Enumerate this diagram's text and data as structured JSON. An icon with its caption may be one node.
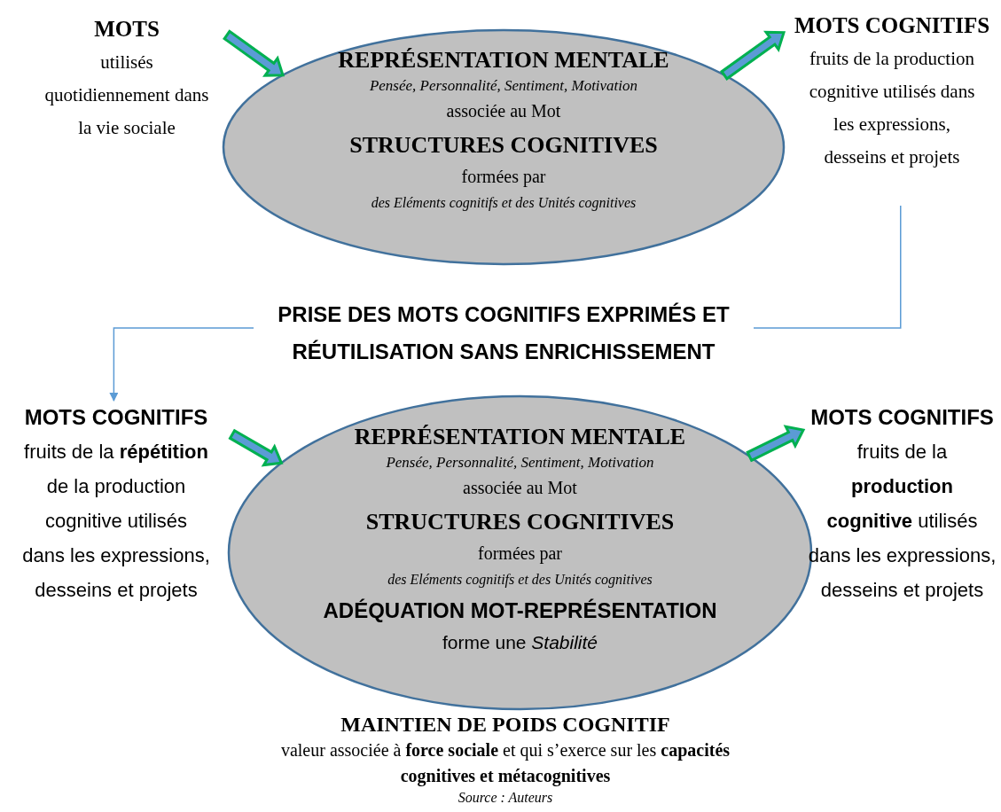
{
  "diagram": {
    "nodes": [
      {
        "text": [
          "MOTS",
          "utilisés quotidiennement dans la vie sociale"
        ]
      },
      {
        "text": [
          "REPRÉSENTATION MENTALE",
          "Pensée, Personnalité, Sentiment, Motivation",
          "associée au Mot",
          "STRUCTURES COGNITIVES",
          "formées par",
          "des Eléments cognitifs et des Unités cognitives"
        ]
      },
      {
        "text": [
          "MOTS COGNITIFS",
          "fruits de la production cognitive utilisés dans les expressions, desseins et projets"
        ]
      },
      {
        "text": [
          "MOTS COGNITIFS",
          "fruits de la **répétition** de la production cognitive utilisés dans les expressions, desseins et projets"
        ]
      },
      {
        "text": [
          "REPRÉSENTATION MENTALE",
          "Pensée, Personnalité, Sentiment, Motivation",
          "associée au Mot",
          "STRUCTURES COGNITIVES",
          "formées par",
          "des Eléments cognitifs et des Unités cognitives",
          "ADÉQUATION MOT-REPRÉSENTATION",
          "forme une *Stabilité*"
        ]
      },
      {
        "text": [
          "MOTS COGNITIFS",
          "fruits de la **production cognitive** utilisés dans les expressions, desseins et projets"
        ]
      }
    ],
    "edges": [
      {
        "from": 0,
        "to": 1,
        "arrow": "to",
        "style": "thick"
      },
      {
        "from": 1,
        "to": 2,
        "arrow": "to",
        "style": "thick"
      },
      {
        "from": 2,
        "to": 3,
        "arrow": "to",
        "label": "PRISE DES MOTS COGNITIFS EXPRIMÉS ET RÉUTILISATION SANS ENRICHISSEMENT",
        "color": "#5b9bd5"
      },
      {
        "from": 3,
        "to": 4,
        "arrow": "to",
        "style": "thick"
      },
      {
        "from": 4,
        "to": 5,
        "arrow": "to",
        "style": "thick"
      }
    ],
    "labels": [
      "MAINTIEN DE POIDS COGNITIF",
      "valeur associée à **force sociale** et qui s’exerce sur les **capacités cognitives et métacognitives**"
    ],
    "caption": "Source : Auteurs"
  }
}
